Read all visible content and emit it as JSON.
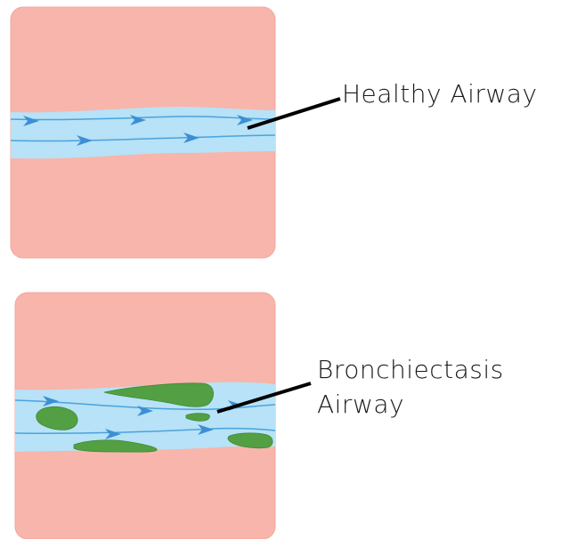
{
  "labels": {
    "healthy": "Healthy Airway",
    "bronchiectasis_line1": "Bronchiectasis",
    "bronchiectasis_line2": "Airway"
  },
  "colors": {
    "tissue": "#f8b5ab",
    "tissue_edge": "#f2a79c",
    "airway": "#b7e2f7",
    "flow_line": "#4aa3dc",
    "arrow": "#3c8fd4",
    "mucus": "#52a043",
    "mucus_edge": "#3f8a34",
    "leader": "#000000"
  },
  "icons": {
    "flow_arrow": "chevron-arrow-icon",
    "mucus": "mucus-blob"
  }
}
